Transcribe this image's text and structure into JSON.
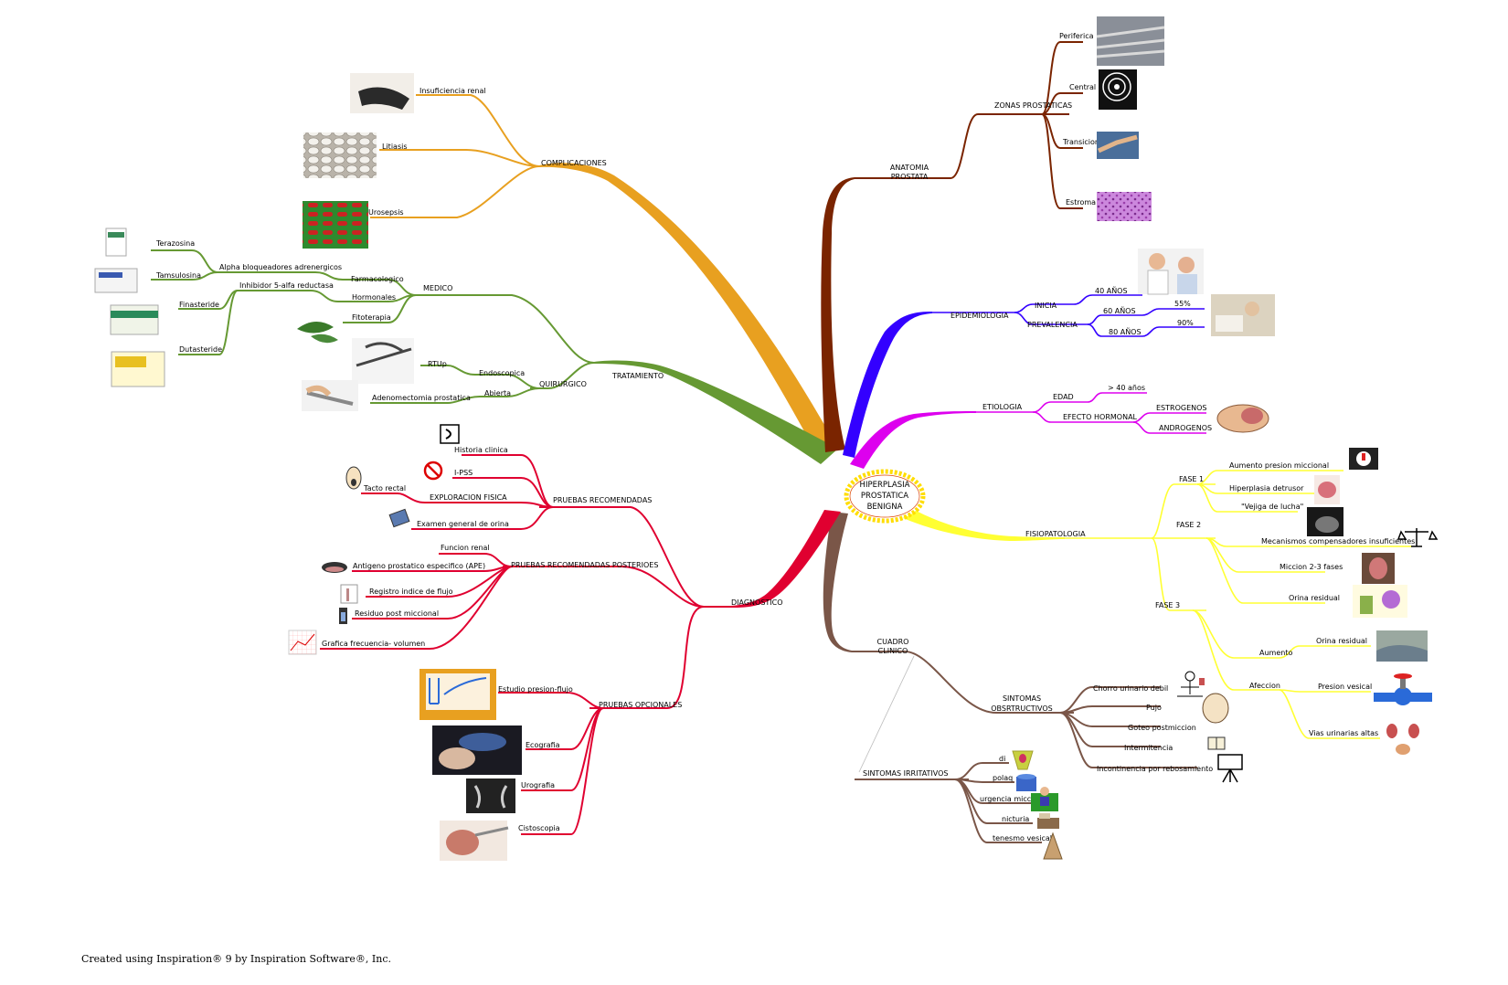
{
  "footer": "Created using Inspiration® 9 by Inspiration Software®, Inc.",
  "colors": {
    "anatomia": "#7a2400",
    "epidemiologia": "#3300ff",
    "etiologia": "#dd00ee",
    "fisiopatologia": "#ffff33",
    "cuadro_clinico": "#7a5648",
    "diagnostico": "#e00030",
    "tratamiento": "#669933",
    "complicaciones": "#e8a020",
    "center_border": "#ffdd00"
  },
  "center": {
    "lines": [
      "HIPERPLASIA",
      "PROSTATICA",
      "BENIGNA"
    ]
  },
  "labels": {
    "anatomia": [
      "ANATOMIA",
      "PROSTATA"
    ],
    "zonas": "ZONAS PROSTATICAS",
    "periferica": "Periferica",
    "central": "Central",
    "transicion": "Transicion",
    "estroma": "Estroma",
    "epidemiologia": "EPIDEMIOLOGIA",
    "inicia": "INICIA",
    "prevalencia": "PREVALENCIA",
    "a40": "40 AÑOS",
    "a60": "60 AÑOS",
    "a80": "80 AÑOS",
    "p55": "55%",
    "p90": "90%",
    "etiologia": "ETIOLOGIA",
    "edad": "EDAD",
    "mas40": "> 40 años",
    "efecto": "EFECTO HORMONAL",
    "estrogenos": "ESTROGENOS",
    "androgenos": "ANDROGENOS",
    "fisiopatologia": "FISIOPATOLOGIA",
    "fase1": "FASE 1",
    "fase2": "FASE 2",
    "fase3": "FASE 3",
    "aumento_presion": "Aumento presion miccional",
    "hiperplasia_detrusor": "Hiperplasia detrusor",
    "vejiga_lucha": "\"Vejiga de lucha\"",
    "mecanismos": "Mecanismos compensadores insuficientes",
    "miccion": "Miccion 2-3 fases",
    "orina_residual": "Orina residual",
    "aumento": "Aumento",
    "orina_residual2": "Orina residual",
    "afeccion": "Afeccion",
    "presion_vesical": "Presion vesical",
    "vias": "Vias urinarias altas",
    "cuadro": [
      "CUADRO",
      "CLINICO"
    ],
    "obstructivos": [
      "SINTOMAS",
      "OBSRTRUCTIVOS"
    ],
    "chorro": "Chorro urinario debil",
    "pujo": "Pujo",
    "goteo": "Goteo postmiccion",
    "intermitencia": "Intermitencia",
    "incontinencia": "Incontinencia por rebosamiento",
    "irritativos": "SINTOMAS IRRITATIVOS",
    "di": "di",
    "polaq": "polaq",
    "urgencia": "urgencia micc",
    "nicturia": "nicturia",
    "tenesmo": "tenesmo vesical",
    "diagnostico": "DIAGNOSTICO",
    "pruebas_rec": "PRUEBAS RECOMENDADAS",
    "historia": "Historia clinica",
    "ipss": "I-PSS",
    "exploracion": "EXPLORACION FISICA",
    "tacto": "Tacto rectal",
    "examen": "Examen general de orina",
    "pruebas_post": "PRUEBAS RECOMENDADAS POSTERIOES",
    "funcion": "Funcion renal",
    "ape": "Antigeno prostatico especifico (APE)",
    "registro": "Registro indice de flujo",
    "residuo": "Residuo post miccional",
    "grafica": "Grafica frecuencia- volumen",
    "pruebas_opc": "PRUEBAS OPCIONALES",
    "estudio": "Estudio presion-flujo",
    "ecografia": "Ecografia",
    "urografia": "Urografia",
    "cistoscopia": "Cistoscopia",
    "tratamiento": "TRATAMIENTO",
    "medico": "MEDICO",
    "farmacologico": "Farmacologico",
    "alpha": "Alpha bloqueadores adrenergicos",
    "terazosina": "Terazosina",
    "tamsulosina": "Tamsulosina",
    "hormonales": "Hormonales",
    "inhibidor": "Inhibidor 5-alfa reductasa",
    "finasteride": "Finasteride",
    "dutasteride": "Dutasteride",
    "fitoterapia": "Fitoterapia",
    "quirurgico": "QUIRURGICO",
    "endoscopica": "Endoscopica",
    "rtup": "RTUp",
    "abierta": "Abierta",
    "adenomectomia": "Adenomectomia prostatica",
    "complicaciones": "COMPLICACIONES",
    "insuficiencia": "Insuficiencia renal",
    "litiasis": "Litiasis",
    "urosepsis": "Urosepsis"
  },
  "images": {
    "periferica": "highway-photo",
    "central": "target-photo",
    "transicion": "hands-photo",
    "estroma": "tissue-photo",
    "inicia": "men-photo",
    "prevalencia": "elderly-photo",
    "hormonal": "head-cartoon",
    "aumento_presion": "exclamation-icon",
    "detrusor": "bladder-diagram",
    "vejiga": "bladder-photo",
    "mecanismos": "balance-icon",
    "miccion": "drop-photo",
    "orina_residual": "pump-cartoon",
    "orina_residual2": "water-photo",
    "presion_vesical": "valve-icon",
    "vias": "kidney-diagram",
    "chorro": "person-cartoon",
    "pujo": "hand-cartoon",
    "intermitencia": "book-icon",
    "incontinencia": "easel-icon",
    "historia": "phone-icon",
    "ipss": "no-sign-icon",
    "tacto": "face-cartoon",
    "examen": "computer-icon",
    "ape": "face-cartoon",
    "registro": "chart-icon",
    "residuo": "tube-icon",
    "grafica": "graph-paper",
    "estudio": "pressure-chart",
    "ecografia": "ultrasound-photo",
    "urografia": "xray-photo",
    "cistoscopia": "cystoscopy-photo",
    "rtup": "resectoscope-photo",
    "adenomectomia": "scalpel-photo",
    "terazosina": "medicine-box",
    "tamsulosina": "medicine-box",
    "finasteride": "medicine-box",
    "dutasteride": "medicine-box",
    "fitoterapia": "leaf-photo",
    "insuficiencia": "kidney-photo",
    "litiasis": "stones-photo",
    "urosepsis": "bacteria-photo"
  }
}
